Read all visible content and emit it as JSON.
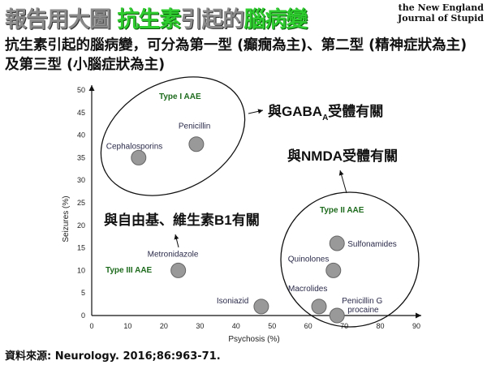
{
  "header": {
    "title_part1": "報告用大圖 ",
    "title_part2": "抗生素",
    "title_part3": "引起的",
    "title_part4": "腦病變",
    "logo_line1": "the New England",
    "logo_line2": "Journal of Stupid"
  },
  "subtitle": "抗生素引起的腦病變，可分為第一型 (癲癇為主)、第二型 (精神症狀為主) 及第三型 (小腦症狀為主)",
  "source": "資料來源: Neurology. 2016;86:963-71.",
  "colors": {
    "title_green": "#2ecc2e",
    "group_label": "#1e6b1e",
    "point_label": "#2a2a4a",
    "marker": "#999999"
  },
  "chart_data": {
    "type": "scatter",
    "xlabel": "Psychosis (%)",
    "ylabel": "Seizures (%)",
    "xlim": [
      0,
      90
    ],
    "ylim": [
      0,
      50
    ],
    "xticks": [
      0,
      10,
      20,
      30,
      40,
      50,
      60,
      70,
      80,
      90
    ],
    "yticks": [
      0,
      5,
      10,
      15,
      20,
      25,
      30,
      35,
      40,
      45,
      50
    ],
    "grid": false,
    "points": [
      {
        "label": "Cephalosporins",
        "x": 13,
        "y": 35
      },
      {
        "label": "Penicillin",
        "x": 29,
        "y": 38
      },
      {
        "label": "Metronidazole",
        "x": 24,
        "y": 10
      },
      {
        "label": "Isoniazid",
        "x": 47,
        "y": 2
      },
      {
        "label": "Macrolides",
        "x": 63,
        "y": 2
      },
      {
        "label": "Penicillin G procaine",
        "x": 68,
        "y": 0
      },
      {
        "label": "Quinolones",
        "x": 67,
        "y": 10
      },
      {
        "label": "Sulfonamides",
        "x": 68,
        "y": 16
      }
    ],
    "groups": [
      "Type I AAE",
      "Type II AAE",
      "Type III AAE"
    ],
    "annotations": {
      "gaba_prefix": "與GABA",
      "gaba_sub": "A",
      "gaba_suffix": "受體有關",
      "nmda": "與NMDA受體有關",
      "free_radical": "與自由基、維生素B1有關"
    }
  }
}
